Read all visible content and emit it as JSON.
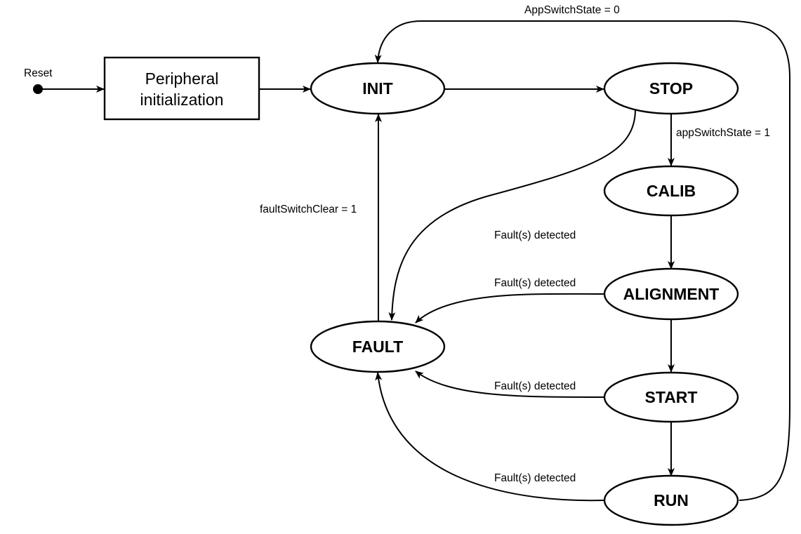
{
  "diagram": {
    "reset_label": "Reset",
    "peripheral_box": {
      "line1": "Peripheral",
      "line2": "initialization"
    },
    "states": {
      "init": "INIT",
      "stop": "STOP",
      "calib": "CALIB",
      "alignment": "ALIGNMENT",
      "start": "START",
      "run": "RUN",
      "fault": "FAULT"
    },
    "transitions": {
      "run_to_init": "AppSwitchState = 0",
      "stop_to_calib": "appSwitchState = 1",
      "fault_to_init": "faultSwitchClear = 1",
      "stop_to_fault": "Fault(s) detected",
      "alignment_to_fault": "Fault(s) detected",
      "start_to_fault": "Fault(s) detected",
      "run_to_fault": "Fault(s) detected"
    }
  }
}
